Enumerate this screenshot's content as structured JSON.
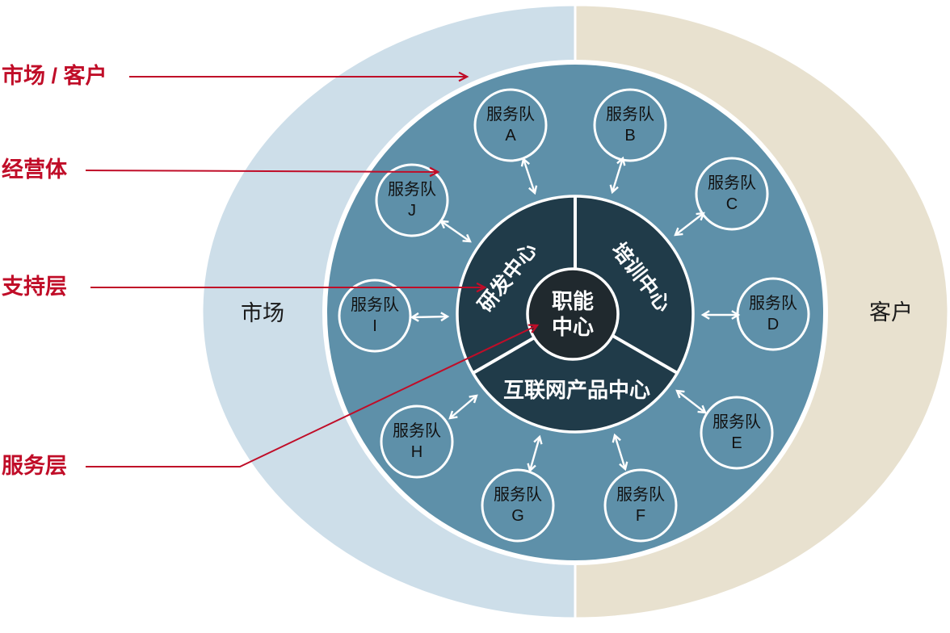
{
  "colors": {
    "outer_left_half": "#cddee9",
    "outer_right_half": "#e8e1cf",
    "middle_ring": "#5e90a9",
    "inner_ring": "#203b49",
    "center_circle": "#20292e",
    "annotation_red": "#c00d28",
    "text_dark": "#1a1a1a",
    "outline_white": "#ffffff"
  },
  "annotations": {
    "market_customer": "市场 / 客户",
    "business_unit": "经营体",
    "support_layer": "支持层",
    "service_layer": "服务层"
  },
  "outer_ring": {
    "left_label": "市场",
    "right_label": "客户"
  },
  "support_centers": {
    "rd": "研发中心",
    "training": "培训中心",
    "internet_product": "互联网产品中心"
  },
  "center": {
    "line1": "职能",
    "line2": "中心"
  },
  "service_teams": [
    {
      "name": "服务队",
      "letter": "A"
    },
    {
      "name": "服务队",
      "letter": "B"
    },
    {
      "name": "服务队",
      "letter": "C"
    },
    {
      "name": "服务队",
      "letter": "D"
    },
    {
      "name": "服务队",
      "letter": "E"
    },
    {
      "name": "服务队",
      "letter": "F"
    },
    {
      "name": "服务队",
      "letter": "G"
    },
    {
      "name": "服务队",
      "letter": "H"
    },
    {
      "name": "服务队",
      "letter": "I"
    },
    {
      "name": "服务队",
      "letter": "J"
    }
  ]
}
